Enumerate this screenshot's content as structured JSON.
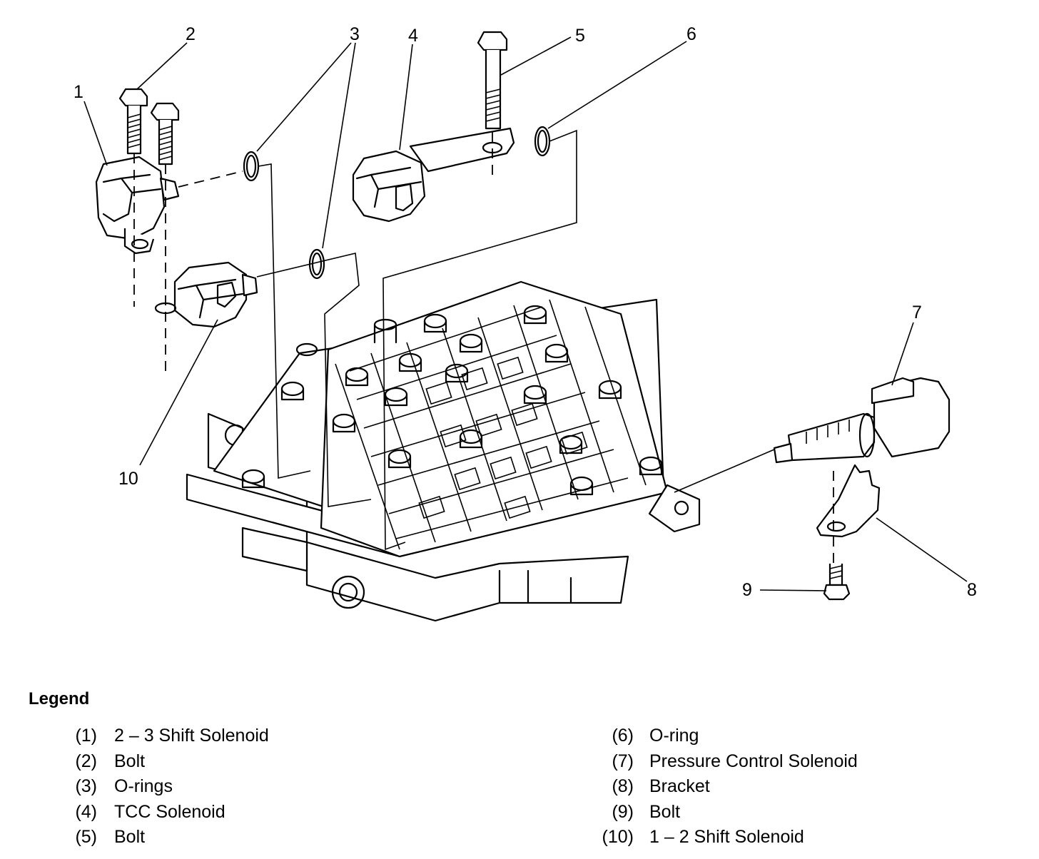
{
  "callouts": [
    {
      "id": "1",
      "text": "1"
    },
    {
      "id": "2",
      "text": "2"
    },
    {
      "id": "3",
      "text": "3"
    },
    {
      "id": "4",
      "text": "4"
    },
    {
      "id": "5",
      "text": "5"
    },
    {
      "id": "6",
      "text": "6"
    },
    {
      "id": "7",
      "text": "7"
    },
    {
      "id": "8",
      "text": "8"
    },
    {
      "id": "9",
      "text": "9"
    },
    {
      "id": "10",
      "text": "10"
    }
  ],
  "legend": {
    "title": "Legend",
    "left": [
      {
        "num": "(1)",
        "desc": "2 – 3 Shift Solenoid"
      },
      {
        "num": "(2)",
        "desc": "Bolt"
      },
      {
        "num": "(3)",
        "desc": "O-rings"
      },
      {
        "num": "(4)",
        "desc": "TCC Solenoid"
      },
      {
        "num": "(5)",
        "desc": "Bolt"
      }
    ],
    "right": [
      {
        "num": "(6)",
        "desc": "O-ring"
      },
      {
        "num": "(7)",
        "desc": "Pressure Control Solenoid"
      },
      {
        "num": "(8)",
        "desc": "Bracket"
      },
      {
        "num": "(9)",
        "desc": "Bolt"
      },
      {
        "num": "(10)",
        "desc": "1 – 2 Shift Solenoid"
      }
    ]
  }
}
